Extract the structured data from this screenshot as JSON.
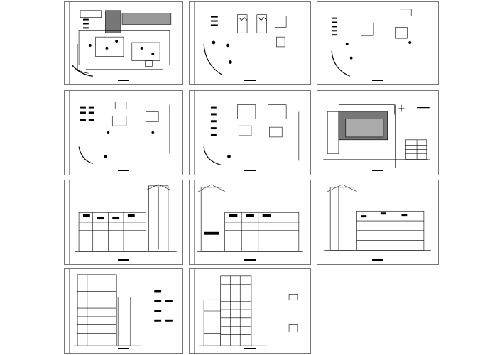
{
  "sheet_set": {
    "sheets": [
      {
        "id": "s1",
        "kind": "floor-plan-site"
      },
      {
        "id": "s2",
        "kind": "floor-plan-details"
      },
      {
        "id": "s3",
        "kind": "floor-plan-details"
      },
      {
        "id": "s4",
        "kind": "floor-plan-details"
      },
      {
        "id": "s5",
        "kind": "floor-plan-details"
      },
      {
        "id": "s6",
        "kind": "site-plan-with-legend"
      },
      {
        "id": "s7",
        "kind": "elevation"
      },
      {
        "id": "s8",
        "kind": "elevation"
      },
      {
        "id": "s9",
        "kind": "section"
      },
      {
        "id": "s10",
        "kind": "elevation-tall"
      },
      {
        "id": "s11",
        "kind": "elevation-tall"
      }
    ]
  },
  "colors": {
    "line": "#000000",
    "frame": "#777777",
    "paper": "#ffffff"
  }
}
